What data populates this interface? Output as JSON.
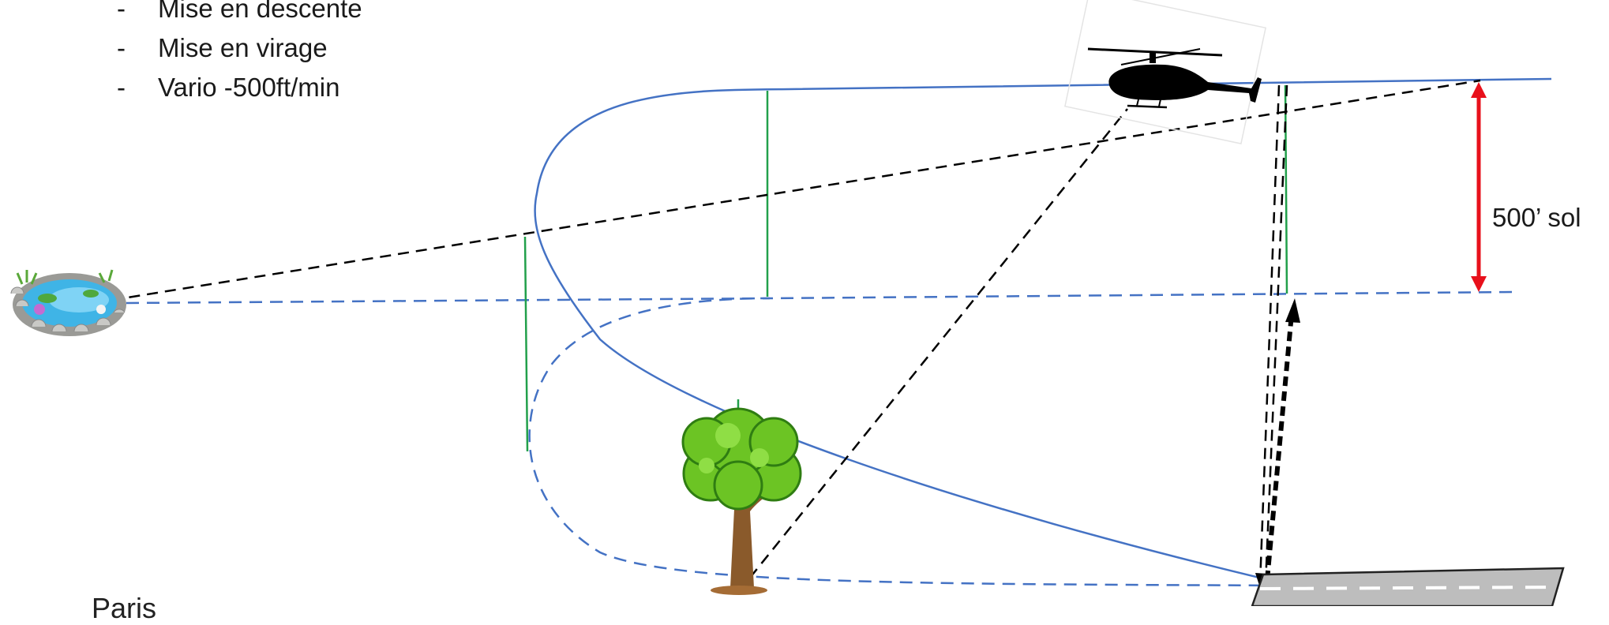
{
  "instructions": {
    "items": [
      "Mise en descente",
      "Mise en virage",
      "Vario -500ft/min"
    ],
    "bullet": "-"
  },
  "altitude_label": "500’ sol",
  "logo_text": "Paris",
  "colors": {
    "flight_path": "#4472C4",
    "vertical_guides": "#22A04B",
    "sight_lines": "#000000",
    "altitude_arrow": "#E8101B",
    "runway": "#BDBDBD"
  },
  "icons": [
    "helicopter-icon",
    "pond-icon",
    "tree-icon",
    "runway-icon"
  ]
}
